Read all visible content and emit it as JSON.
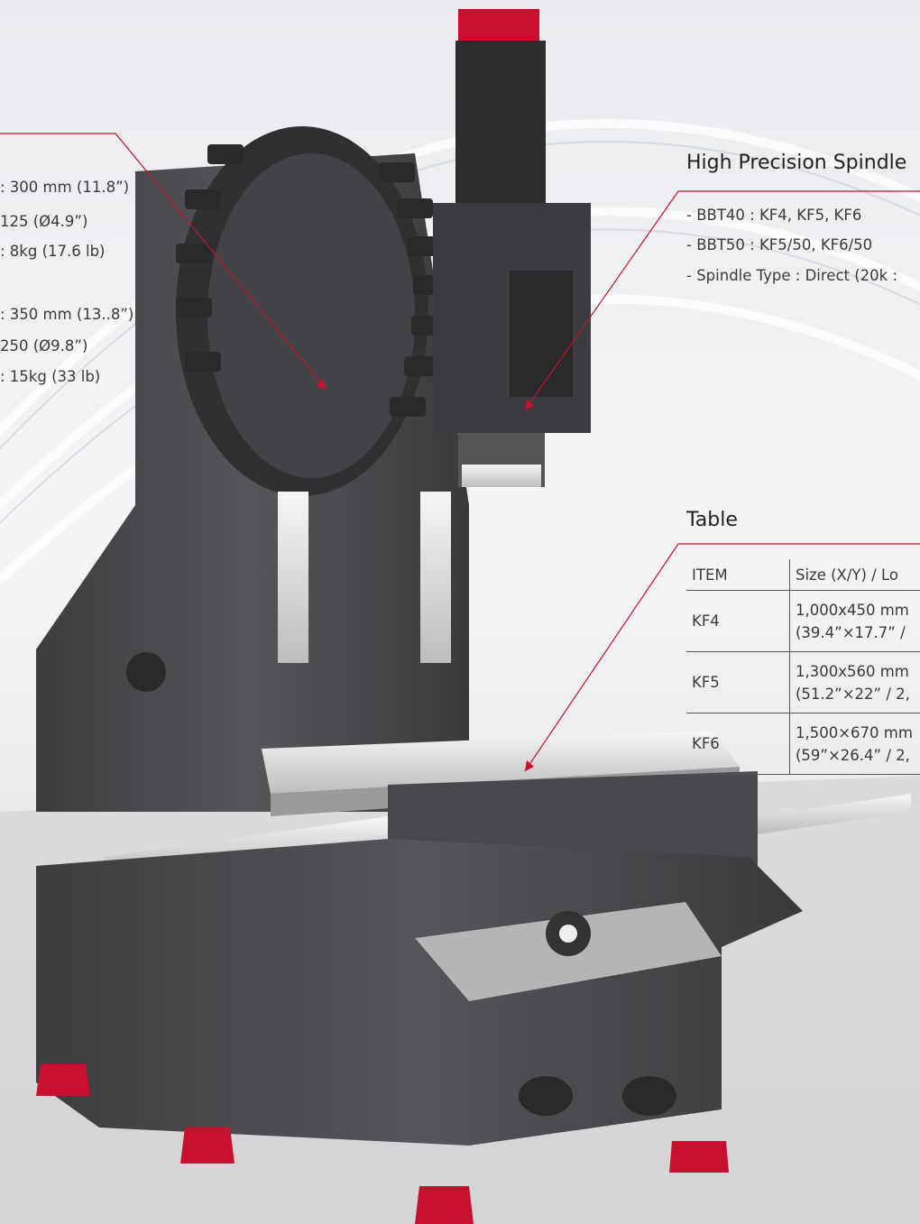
{
  "tool_magazine": {
    "lines_small": [
      ": 300 mm (11.8”)",
      "125 (Ø4.9”)",
      ": 8kg (17.6 lb)"
    ],
    "lines_large": [
      ": 350 mm (13..8”)",
      "250 (Ø9.8”)",
      ": 15kg (33 lb)"
    ]
  },
  "spindle": {
    "title": "High Precision Spindle",
    "lines": [
      "- BBT40 : KF4, KF5, KF6",
      "- BBT50 : KF5/50, KF6/50",
      "- Spindle Type : Direct (20k :"
    ]
  },
  "table": {
    "title": "Table",
    "header": {
      "item": "ITEM",
      "size": "Size (X/Y) / Lo"
    },
    "rows": [
      {
        "item": "KF4",
        "size_1": "1,000x450 mm",
        "size_2": "(39.4”×17.7” /"
      },
      {
        "item": "KF5",
        "size_1": "1,300x560 mm",
        "size_2": "(51.2”×22” / 2,"
      },
      {
        "item": "KF6",
        "size_1": "1,500×670 mm",
        "size_2": "(59”×26.4” / 2,"
      }
    ]
  },
  "colors": {
    "accent_line": "#c8102e",
    "machine_body": "#4a4a4a",
    "machine_red": "#c8102e"
  }
}
